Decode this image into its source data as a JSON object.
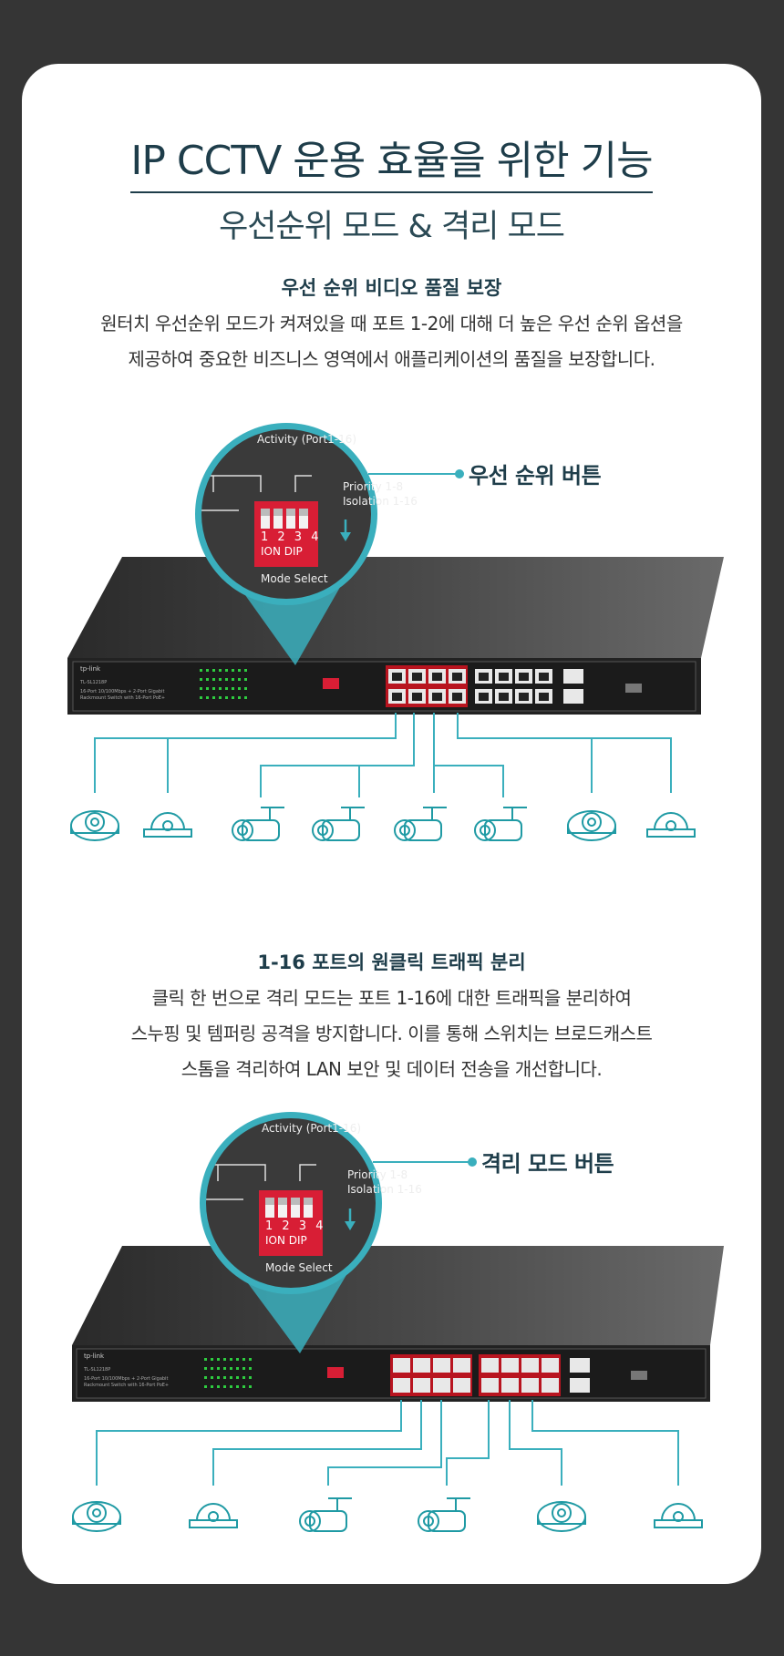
{
  "page": {
    "title": "IP CCTV 운용 효율을 위한 기능",
    "subtitle": "우선순위 모드 & 격리 모드"
  },
  "section1": {
    "heading": "우선 순위 비디오 품질 보장",
    "lines": [
      "원터치 우선순위 모드가 켜져있을 때 포트 1-2에 대해 더 높은 우선 순위 옵션을",
      "제공하여 중요한 비즈니스 영역에서 애플리케이션의 품질을 보장합니다."
    ],
    "callout": "우선 순위 버튼"
  },
  "section2": {
    "heading": "1-16 포트의 원클릭 트래픽 분리",
    "lines": [
      "클릭 한 번으로 격리 모드는 포트 1-16에 대한 트래픽을 분리하여",
      "스누핑 및 템퍼링 공격을 방지합니다. 이를 통해 스위치는 브로드캐스트",
      "스톰을 격리하여 LAN 보안 및 데이터 전송을 개선합니다."
    ],
    "callout": "격리 모드 버튼"
  },
  "magnifier": {
    "activity": "Activity  (Port1-16)",
    "priority": "Priority 1-8",
    "isolation": "Isolation 1-16",
    "dip_numbers": "1 2 3 4",
    "dip_on": "ION  DIP",
    "mode_select": "Mode Select"
  },
  "device": {
    "brand": "tp-link",
    "model": "TL-SL1218P",
    "desc1": "16-Port 10/100Mbps + 2-Port Gigabit",
    "desc2": "Rackmount Switch with 16-Port PoE+"
  },
  "colors": {
    "accent": "#3aafbd",
    "title": "#1e3d4a",
    "camera": "#1f9aa4",
    "dip": "#d81e35"
  }
}
